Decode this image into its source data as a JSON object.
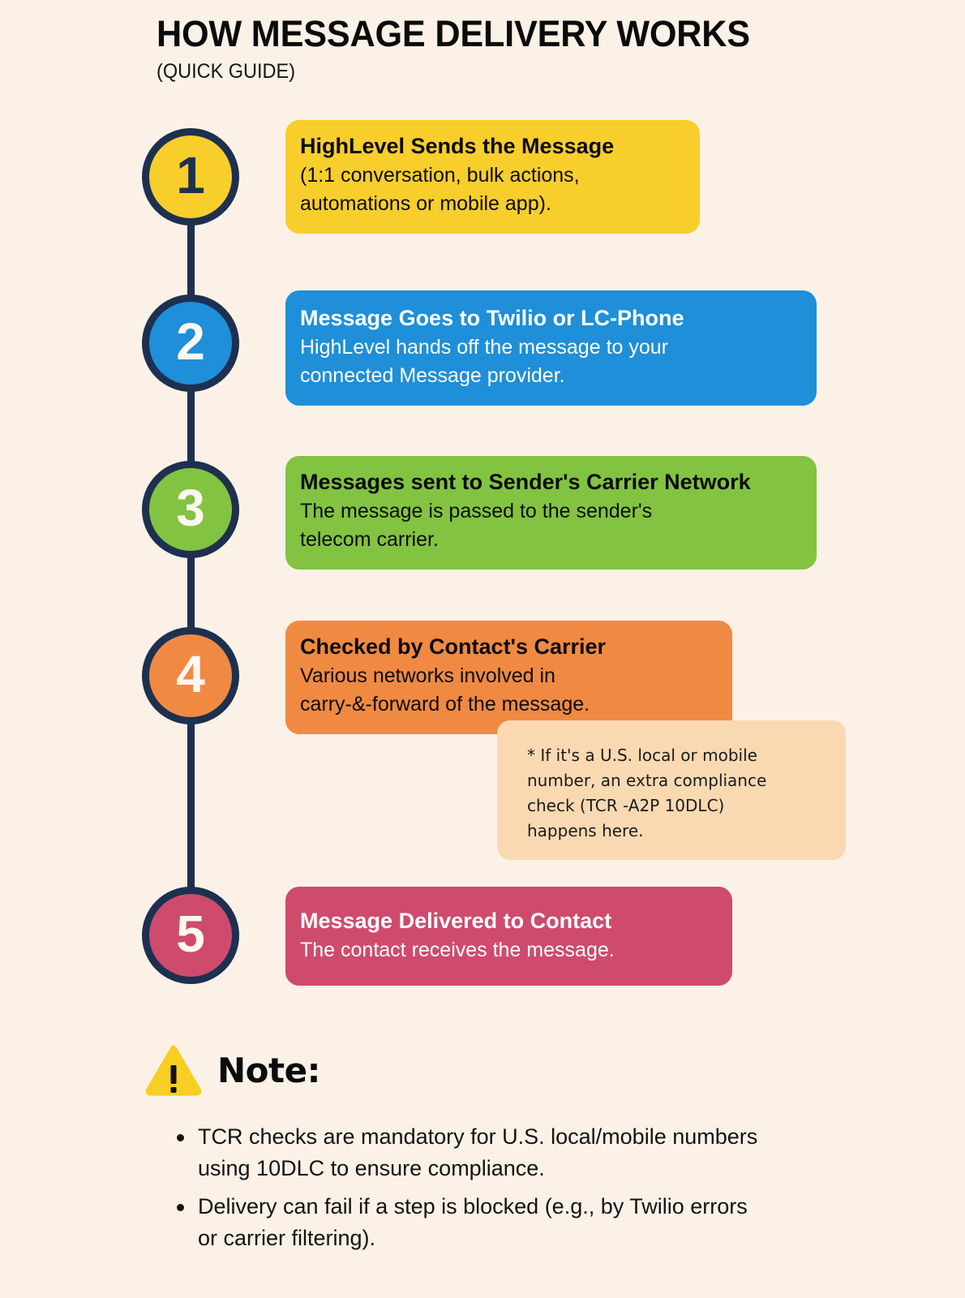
{
  "header": {
    "title": "HOW MESSAGE DELIVERY WORKS",
    "subtitle": "(QUICK GUIDE)"
  },
  "colors": {
    "background": "#FBF1E7",
    "spine": "#1E3050",
    "step1": "#F8CE2C",
    "step2": "#1E8FD8",
    "step3": "#82C341",
    "step4": "#F08A42",
    "step5": "#CE4B6E",
    "callout": "#F9D9B2",
    "warning_icon": "#F9CE22"
  },
  "steps": [
    {
      "number": "1",
      "title": "HighLevel Sends the Message",
      "body": "(1:1 conversation, bulk actions,\nautomations or mobile app)."
    },
    {
      "number": "2",
      "title": "Message Goes to Twilio or LC-Phone",
      "body": "HighLevel hands off the message to your\nconnected Message provider."
    },
    {
      "number": "3",
      "title": "Messages sent to Sender's Carrier Network",
      "body": "The message is passed to the sender's\ntelecom carrier."
    },
    {
      "number": "4",
      "title": "Checked by Contact's Carrier",
      "body": "Various networks involved in\ncarry-&-forward of the message."
    },
    {
      "number": "5",
      "title": "Message Delivered to Contact",
      "body": "The contact receives the message."
    }
  ],
  "callout": {
    "text": "* If it's a U.S. local or mobile\nnumber, an extra compliance\ncheck (TCR -A2P 10DLC)\nhappens here."
  },
  "note": {
    "label": "Note:",
    "icon": "warning-triangle-icon",
    "bullets": [
      "TCR checks are mandatory for U.S. local/mobile numbers\nusing 10DLC to ensure compliance.",
      "Delivery can fail if a step is blocked (e.g., by Twilio errors\nor carrier filtering)."
    ]
  }
}
